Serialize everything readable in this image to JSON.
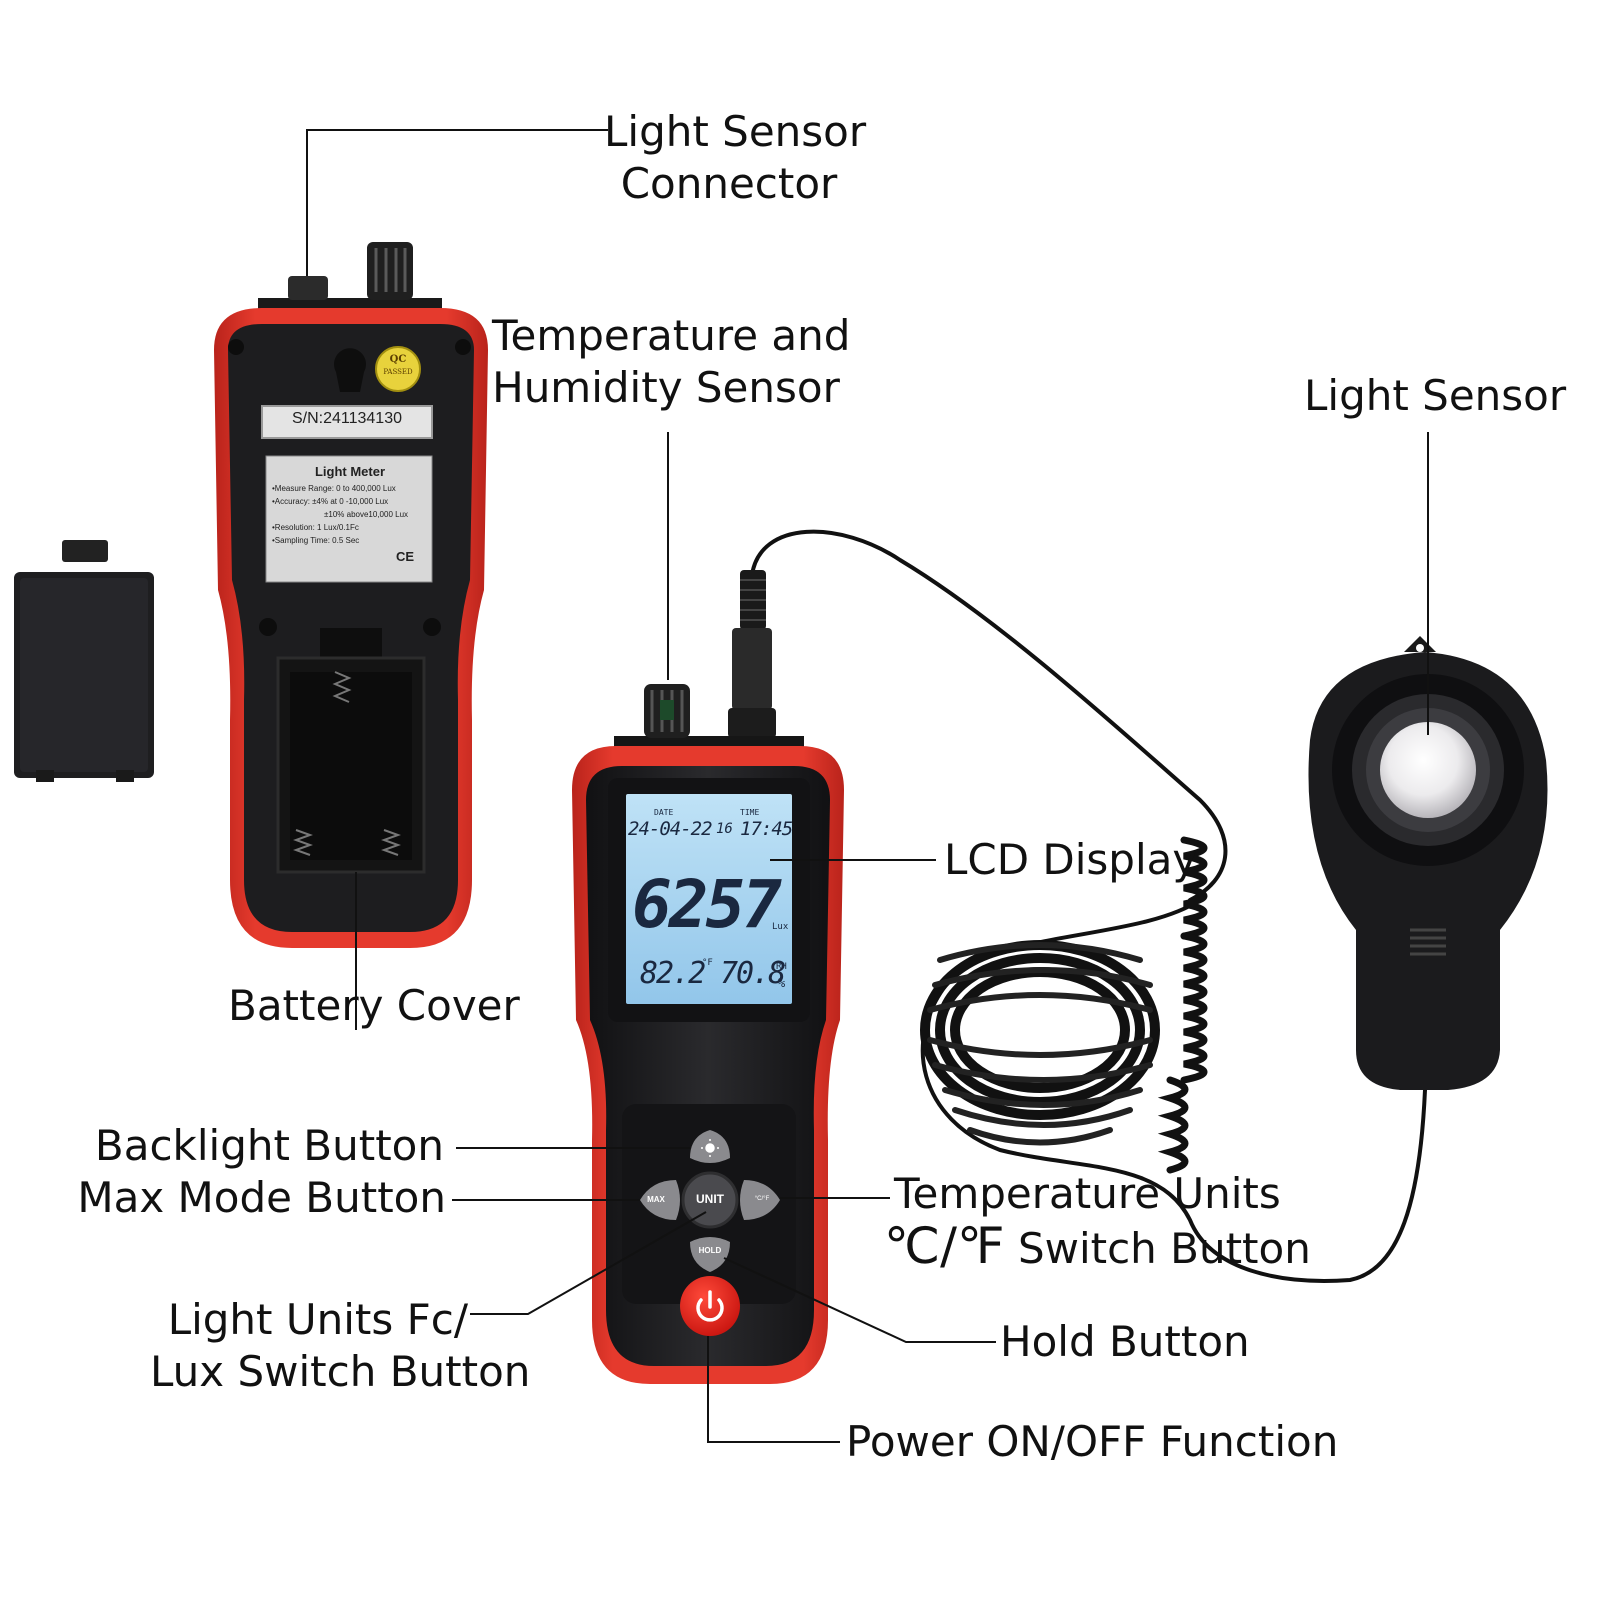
{
  "labels": {
    "light_sensor_connector": [
      "Light Sensor",
      "Connector"
    ],
    "temp_humidity_sensor": [
      "Temperature and",
      "Humidity Sensor"
    ],
    "light_sensor": "Light Sensor",
    "lcd_display": "LCD Display",
    "battery_cover": "Battery Cover",
    "backlight_button": "Backlight Button",
    "max_mode_button": "Max Mode Button",
    "temp_units_switch": [
      "Temperature Units",
      "℃/℉",
      " Switch Button"
    ],
    "light_units_switch": [
      "Light Units Fc/",
      "Lux Switch Button"
    ],
    "hold_button": "Hold Button",
    "power_function": "Power ON/OFF Function"
  },
  "back_panel": {
    "qc_sticker": [
      "QC",
      "PASSED"
    ],
    "serial": "S/N:241134130",
    "spec_title": "Light Meter",
    "spec_lines": [
      "•Measure Range: 0 to 400,000 Lux",
      "•Accuracy: ±4% at 0 -10,000 Lux",
      "±10% above10,000 Lux",
      "•Resolution: 1 Lux/0.1Fc",
      "•Sampling Time: 0.5 Sec"
    ],
    "cert_mark": "CE"
  },
  "lcd": {
    "date_label": "DATE",
    "time_label": "TIME",
    "date": "24-04-22",
    "hour": "16",
    "time": "17:45",
    "reading": "6257",
    "reading_unit": "Lux",
    "temperature": "82.2",
    "temperature_unit": "°F",
    "humidity": "70.8",
    "humidity_unit_top": "RH",
    "humidity_unit_bottom": "%"
  },
  "keypad": {
    "max": "MAX",
    "unit": "UNIT",
    "tempunit": "°C/°F",
    "hold": "HOLD"
  },
  "colors": {
    "body_red": "#e2352a",
    "body_black": "#1c1c1e",
    "lcd_blue": "#a6d4f0",
    "power_red": "#e02020"
  }
}
